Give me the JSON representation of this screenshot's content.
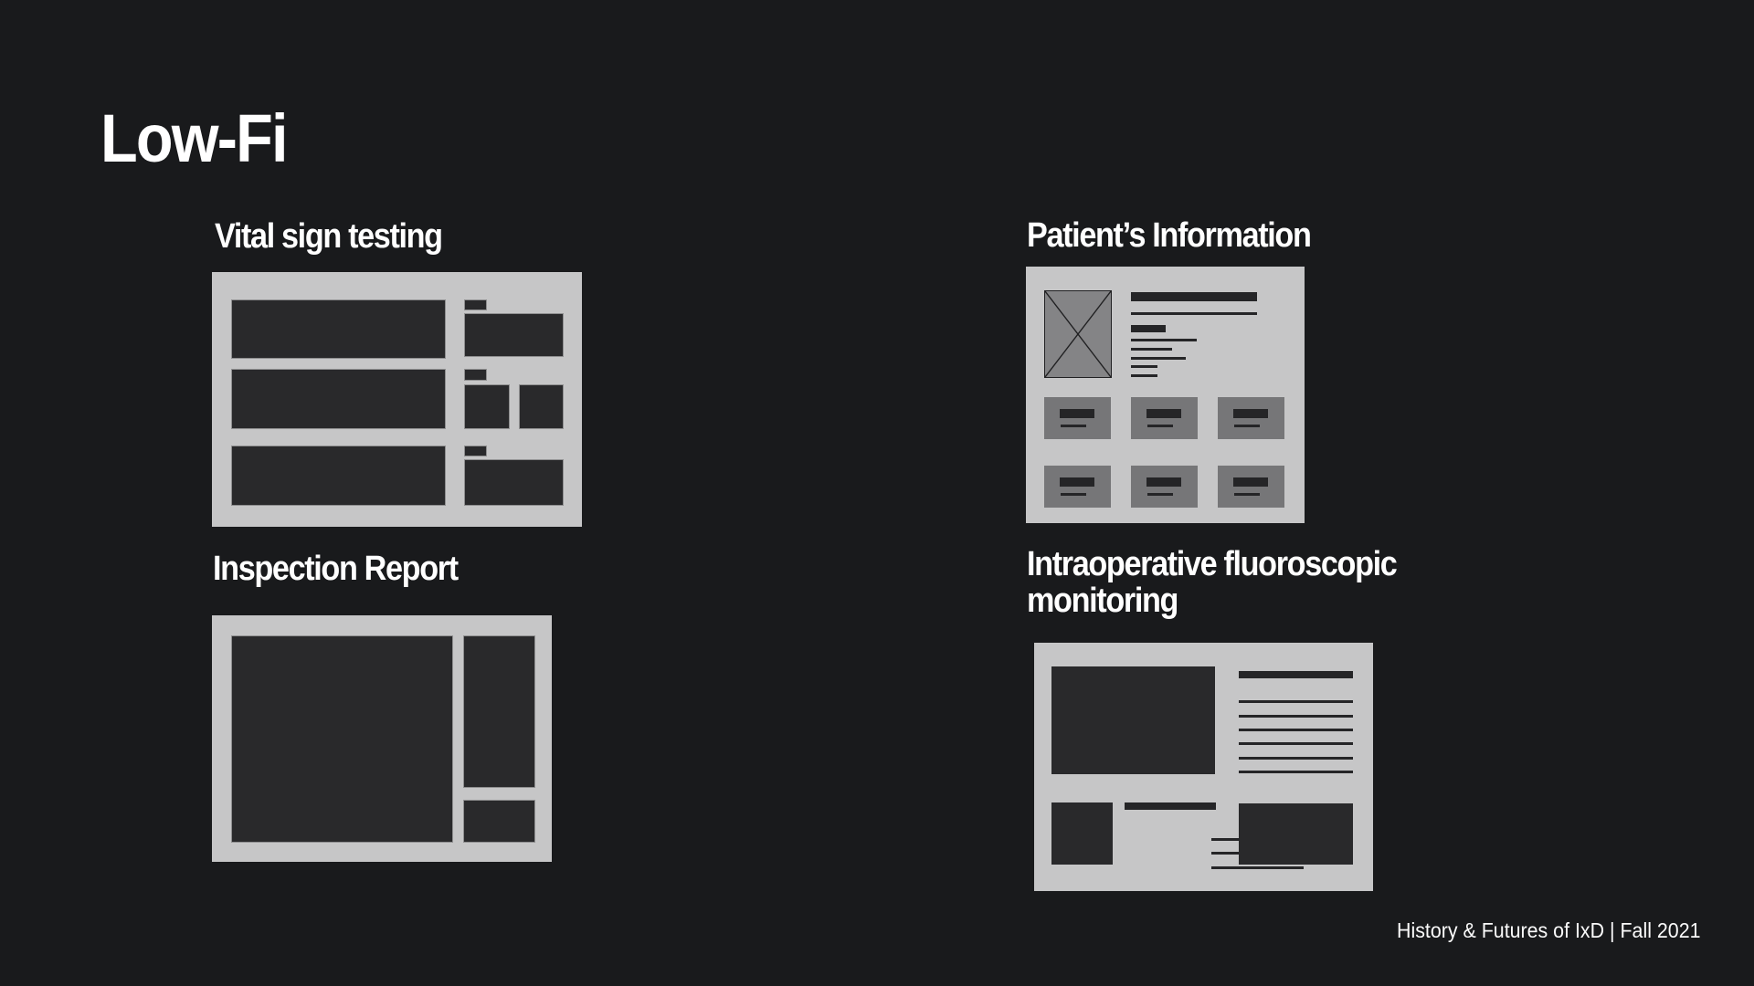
{
  "slide": {
    "title": "Low-Fi",
    "footer": "History & Futures of IxD | Fall 2021"
  },
  "sections": [
    {
      "label": "Vital sign testing"
    },
    {
      "label": "Patient’s Information"
    },
    {
      "label": "Inspection Report"
    },
    {
      "label": "Intraoperative fluoroscopic monitoring"
    }
  ],
  "colors": {
    "background": "#191a1c",
    "panel_gray": "#c6c6c7",
    "dark_shape": "#29292b",
    "mid_gray": "#767678",
    "ink_bar": "#252527",
    "text": "#ffffff"
  }
}
